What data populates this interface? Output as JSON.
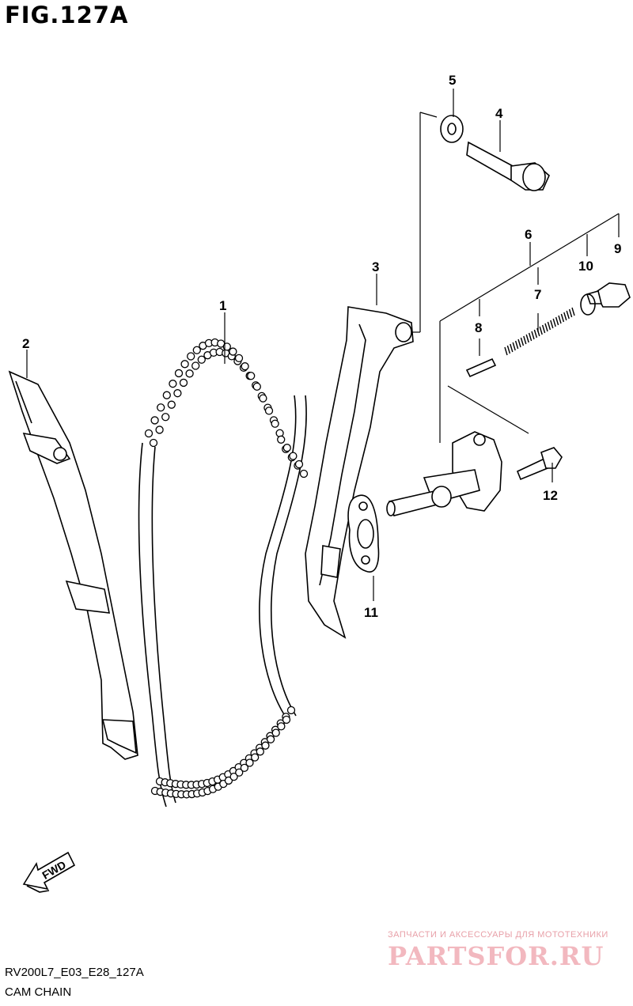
{
  "figure": {
    "title": "FIG.127A",
    "code": "RV200L7_E03_E28_127A",
    "caption": "CAM CHAIN",
    "fwd_label": "FWD"
  },
  "watermark": {
    "line1": "ЗАПЧАСТИ И АКСЕССУАРЫ ДЛЯ МОТОТЕХНИКИ",
    "line2": "PARTSFOR.RU"
  },
  "callouts": {
    "c1": "1",
    "c2": "2",
    "c3": "3",
    "c4": "4",
    "c5": "5",
    "c6": "6",
    "c7": "7",
    "c8": "8",
    "c9": "9",
    "c10": "10",
    "c11": "11",
    "c12": "12"
  }
}
